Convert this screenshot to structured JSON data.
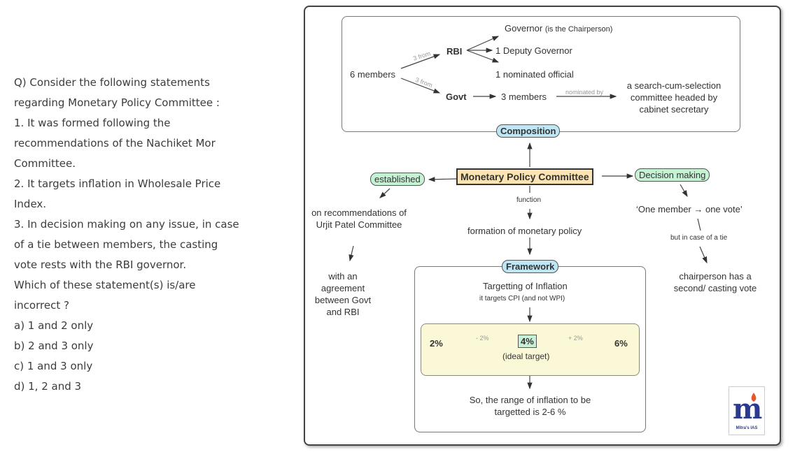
{
  "question": {
    "lines": [
      "Q) Consider the following statements",
      "regarding Monetary Policy Committee :",
      "1. It was formed following the",
      "recommendations of the Nachiket Mor",
      "Committee.",
      "2. It targets inflation in Wholesale Price",
      "Index.",
      "3. In decision making on any issue, in case",
      "of a tie between members, the casting",
      "vote rests with the RBI governor.",
      "Which of these statement(s) is/are",
      "incorrect ?",
      "a) 1 and 2 only",
      "b) 2 and 3 only",
      "c) 1 and 3 only",
      "d) 1, 2 and 3"
    ]
  },
  "diagram": {
    "composition": {
      "governor": "Governor",
      "governor_note": "(is the Chairperson)",
      "deputy": "1 Deputy Governor",
      "nominated": "1 nominated official",
      "six_members": "6 members",
      "three_from_rbi": "3 from",
      "three_from_govt": "3 from",
      "rbi": "RBI",
      "govt": "Govt",
      "three_members": "3 members",
      "nominated_by": "nominated by",
      "committee": "a search-cum-selection committee headed by cabinet secretary",
      "label": "Composition"
    },
    "center": "Monetary Policy Committee",
    "established": {
      "label": "established",
      "recommendation": "on recommendations of Urjit Patel Committee",
      "agreement": "with an agreement between Govt and RBI"
    },
    "function": {
      "label": "function",
      "text": "formation of monetary policy"
    },
    "decision": {
      "label": "Decision making",
      "rule": "‘One member → one vote’",
      "tie": "but in case of a tie",
      "result": "chairperson has a second/ casting vote"
    },
    "framework": {
      "label": "Framework",
      "title": "Targetting of Inflation",
      "subtitle": "it targets CPI (and not WPI)",
      "low": "2%",
      "high": "6%",
      "minus": "- 2%",
      "plus": "+ 2%",
      "target": "4%",
      "target_note": "(ideal target)",
      "conclusion": "So, the range of inflation to be targetted is 2-6 %"
    },
    "logo": {
      "letter": "m",
      "caption": "Mitra's IAS"
    }
  }
}
